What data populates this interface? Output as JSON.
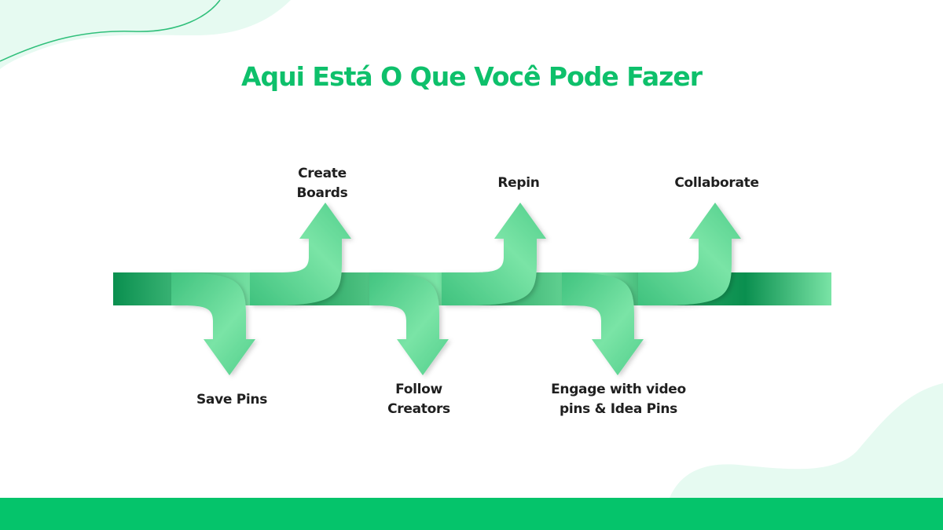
{
  "slide": {
    "title": "Aqui Está O Que Você Pode Fazer"
  },
  "steps": [
    {
      "label_lines": [
        "Save Pins"
      ],
      "direction": "down"
    },
    {
      "label_lines": [
        "Create",
        "Boards"
      ],
      "direction": "up"
    },
    {
      "label_lines": [
        "Follow",
        "Creators"
      ],
      "direction": "down"
    },
    {
      "label_lines": [
        "Repin"
      ],
      "direction": "up"
    },
    {
      "label_lines": [
        "Engage with video",
        "pins & Idea Pins"
      ],
      "direction": "down"
    },
    {
      "label_lines": [
        "Collaborate"
      ],
      "direction": "up"
    }
  ],
  "colors": {
    "title": "#0ec06b",
    "arrow_dark": "#0a8f4f",
    "arrow_mid": "#3fc27e",
    "arrow_light": "#7ae4a6",
    "label_text": "#1f1f1f",
    "footer": "#05c46b",
    "blob": "#e6faf1"
  }
}
